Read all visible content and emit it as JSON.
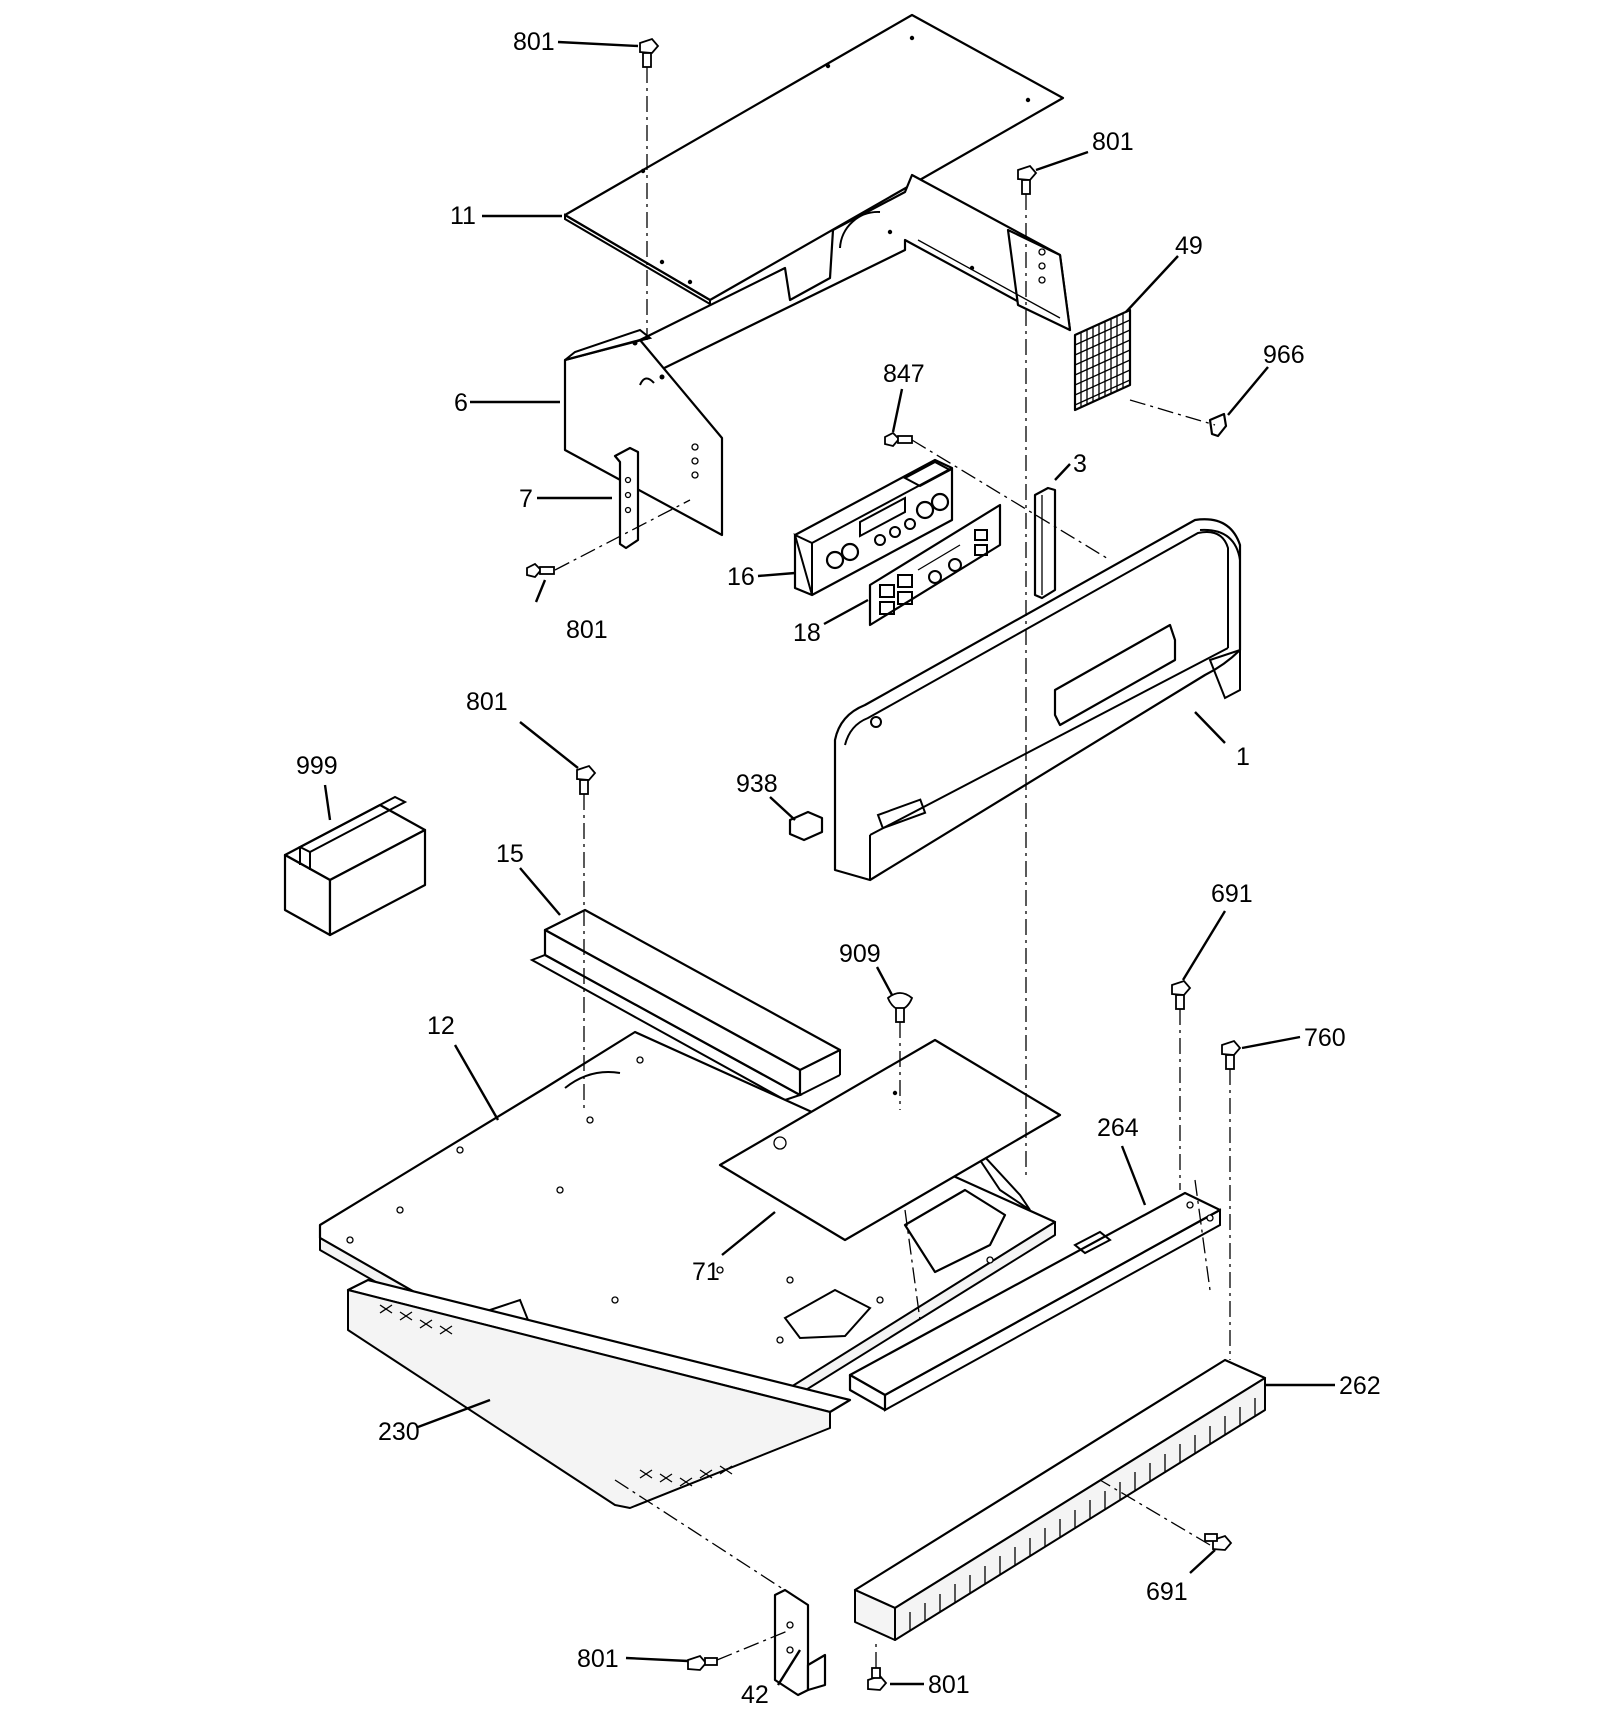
{
  "diagram": {
    "callouts": {
      "c801_top": "801",
      "c801_right": "801",
      "c11": "11",
      "c49": "49",
      "c966": "966",
      "c847": "847",
      "c6": "6",
      "c3": "3",
      "c7": "7",
      "c16": "16",
      "c18": "18",
      "c801_left": "801",
      "c801_mid": "801",
      "c999": "999",
      "c938": "938",
      "c1": "1",
      "c15": "15",
      "c691_top": "691",
      "c909": "909",
      "c760": "760",
      "c12": "12",
      "c264": "264",
      "c71": "71",
      "c262": "262",
      "c230": "230",
      "c691_bottom": "691",
      "c801_bottom_left": "801",
      "c801_bottom_right": "801",
      "c42": "42"
    }
  }
}
